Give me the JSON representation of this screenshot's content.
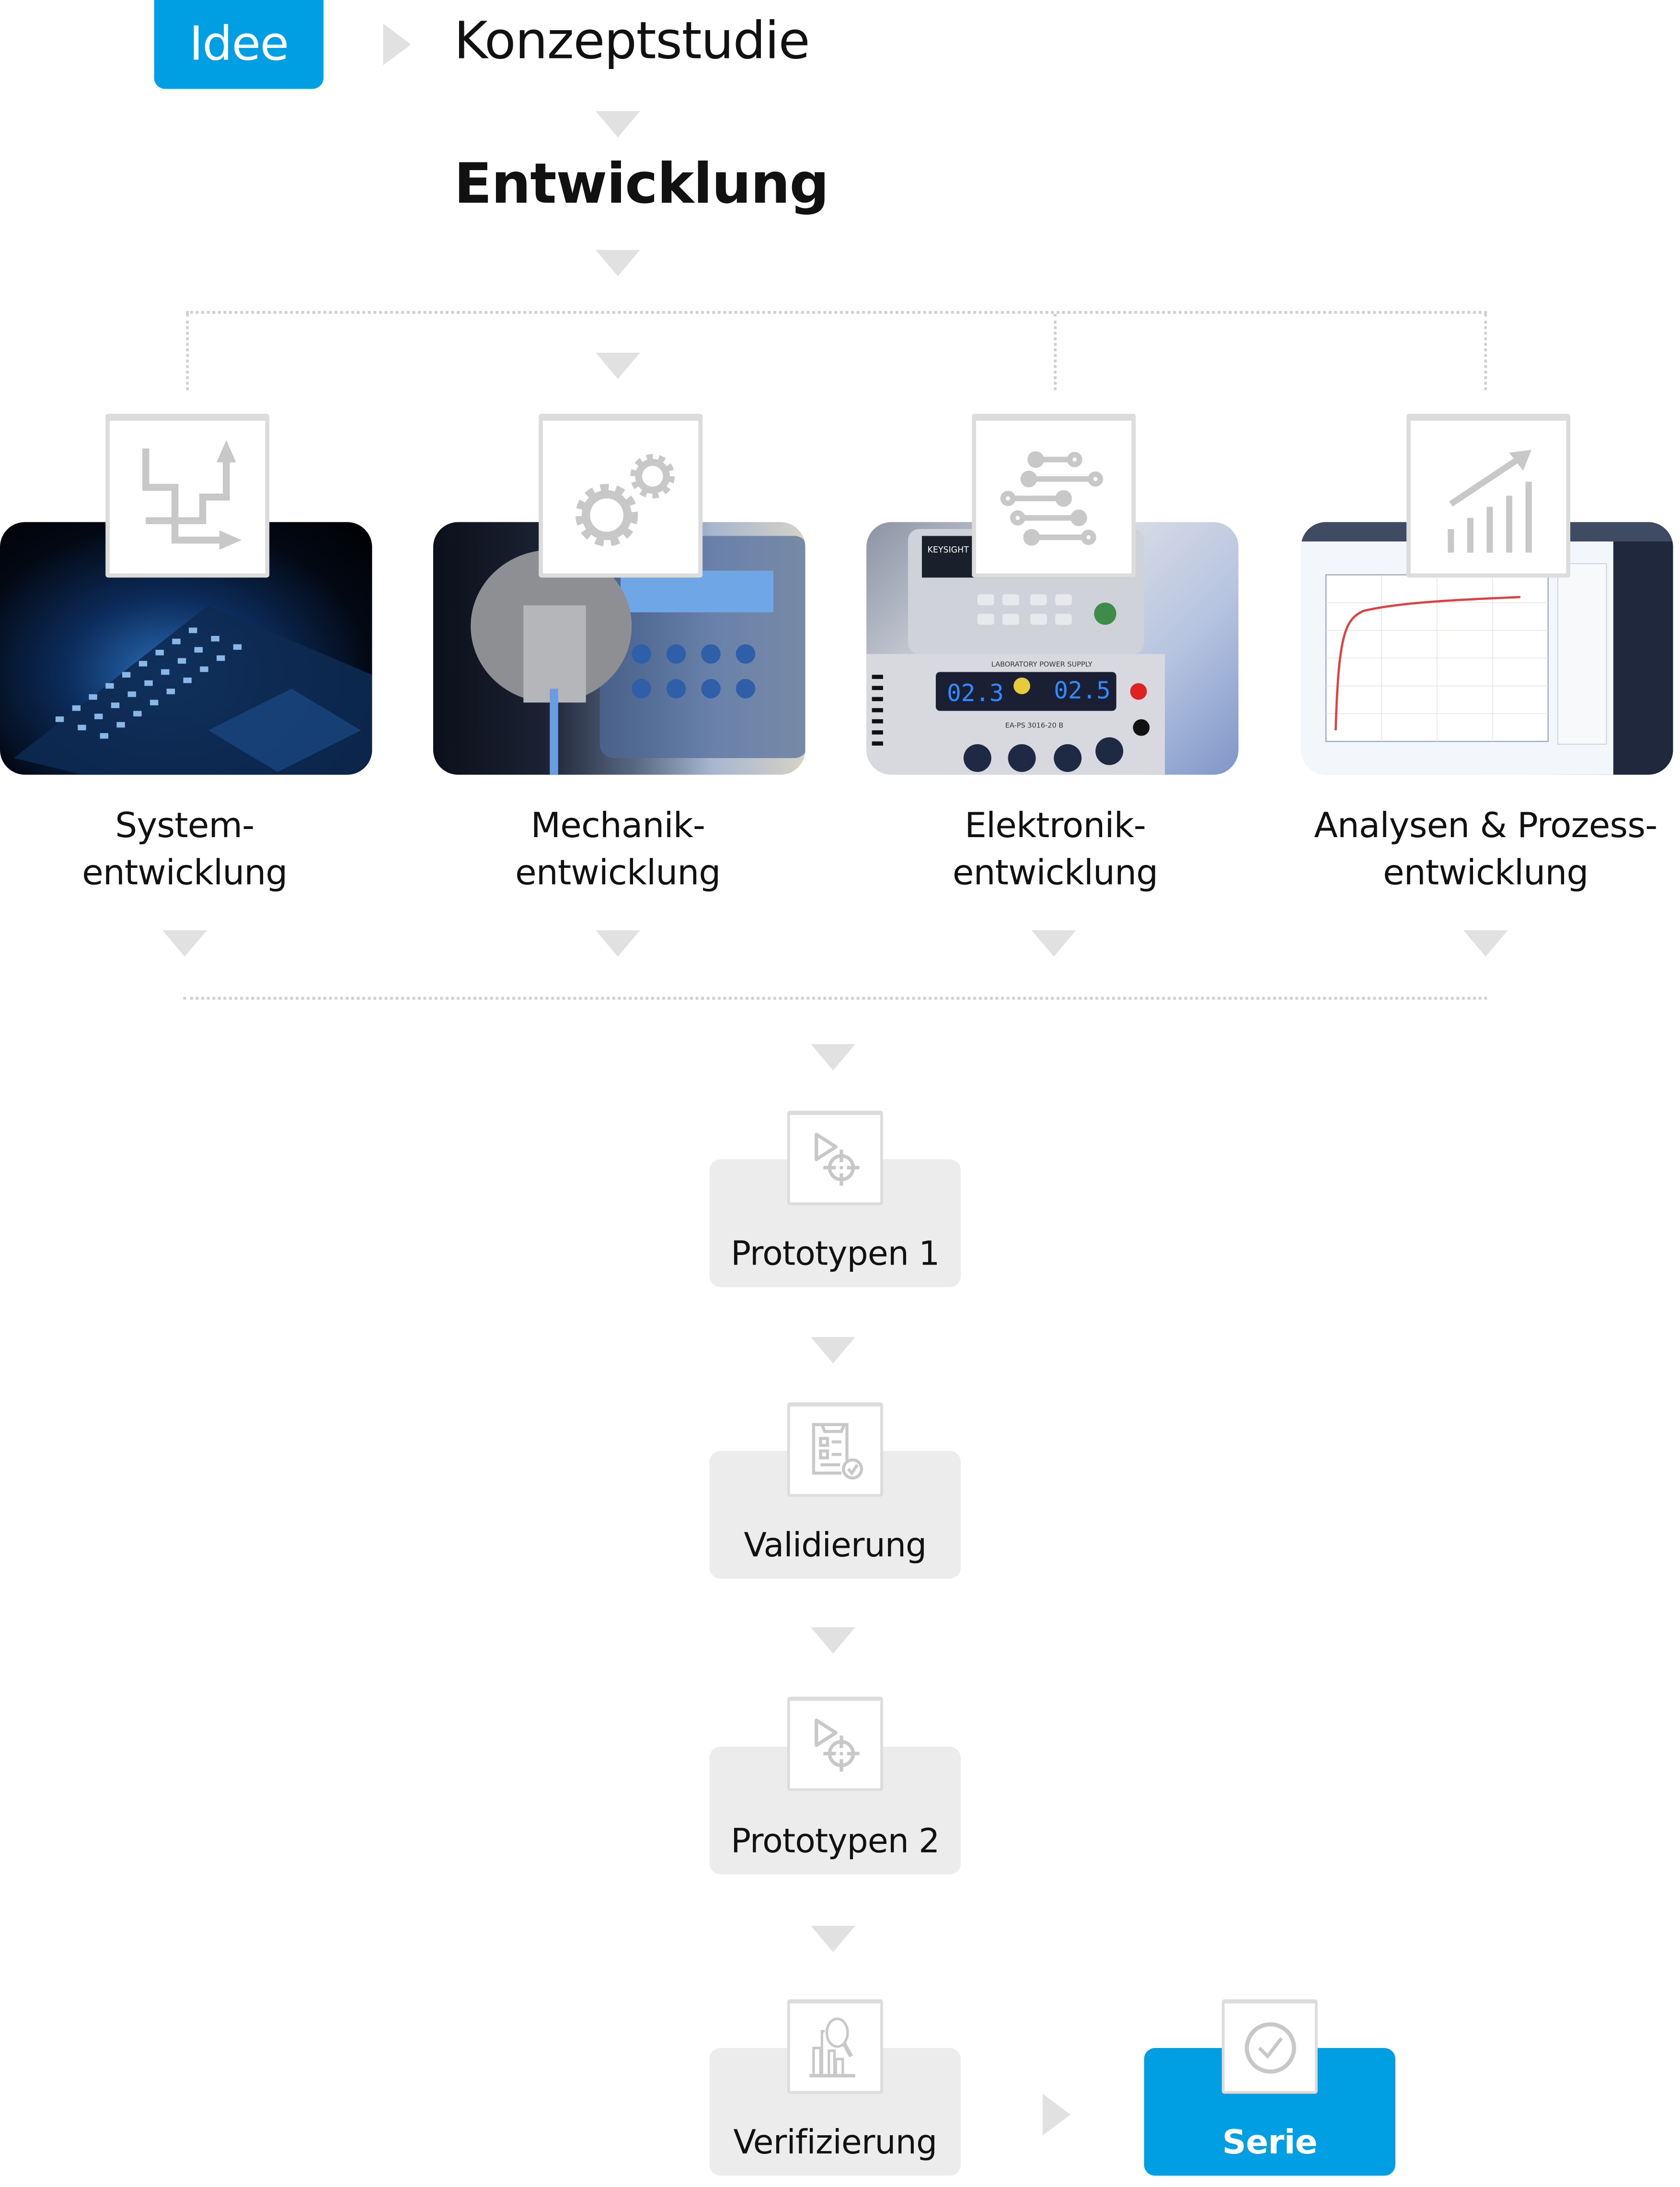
{
  "header": {
    "start_label": "Idee",
    "concept_label": "Konzeptstudie",
    "development_title": "Entwicklung"
  },
  "disciplines": [
    {
      "label_line1": "System-",
      "label_line2": "entwicklung",
      "icon": "flow-steps-icon",
      "photo": "laptop-keyboard-photo"
    },
    {
      "label_line1": "Mechanik-",
      "label_line2": "entwicklung",
      "icon": "gears-icon",
      "photo": "tensile-tester-photo"
    },
    {
      "label_line1": "Elektronik-",
      "label_line2": "entwicklung",
      "icon": "circuit-traces-icon",
      "photo": "lab-power-supply-photo"
    },
    {
      "label_line1": "Analysen & Prozess-",
      "label_line2": "entwicklung",
      "icon": "growth-chart-icon",
      "photo": "measurement-graph-photo"
    }
  ],
  "photo_details": {
    "power_supply_display_left": "02.3",
    "power_supply_display_right": "02.5",
    "power_supply_brand": "KEYSIGHT",
    "power_supply_title": "LABORATORY POWER SUPPLY",
    "power_supply_model": "EA-PS 3016-20 B"
  },
  "steps": [
    {
      "label": "Prototypen 1",
      "icon": "prototype-target-icon"
    },
    {
      "label": "Validierung",
      "icon": "checklist-check-icon"
    },
    {
      "label": "Prototypen 2",
      "icon": "prototype-target-icon"
    },
    {
      "label": "Verifizierung",
      "icon": "chart-magnifier-icon"
    }
  ],
  "final_step": {
    "label": "Serie",
    "icon": "check-circle-icon"
  },
  "colors": {
    "accent_blue": "#009fe3",
    "arrow_gray": "#e1e1e1",
    "step_bg": "#ececec",
    "icon_gray": "#c8c8c8"
  }
}
